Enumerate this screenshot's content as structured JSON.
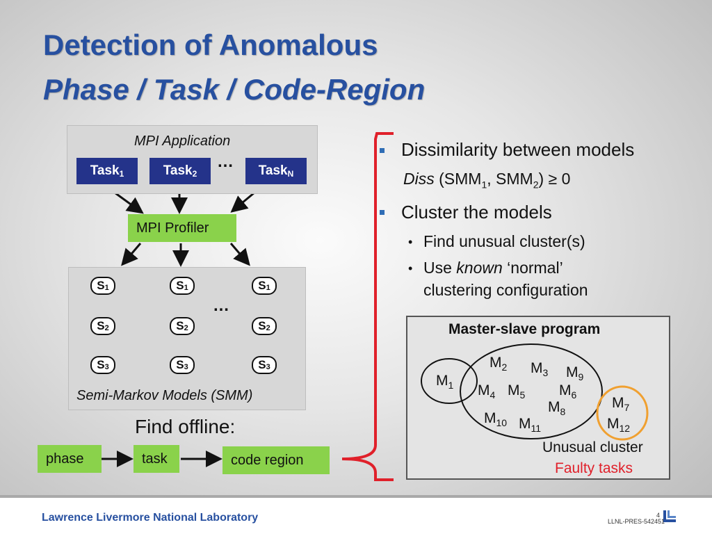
{
  "title": {
    "line1": "Detection of Anomalous",
    "line2": "Phase / Task / Code-Region"
  },
  "diagram": {
    "mpi_app_label": "MPI Application",
    "tasks": [
      {
        "base": "Task",
        "sub": "1"
      },
      {
        "base": "Task",
        "sub": "2"
      },
      {
        "base": "Task",
        "sub": "N"
      }
    ],
    "ellipsis": "…",
    "profiler_label": "MPI Profiler",
    "smm_states": [
      {
        "base": "S",
        "sub": "1"
      },
      {
        "base": "S",
        "sub": "2"
      },
      {
        "base": "S",
        "sub": "3"
      }
    ],
    "smm_label": "Semi-Markov Models (SMM)",
    "find_offline": "Find offline:",
    "flow": [
      "phase",
      "task",
      "code region"
    ]
  },
  "bullets": {
    "b1": "Dissimilarity between models",
    "b1_sub": {
      "italic": "Diss",
      "open": " (SMM",
      "s1": "1",
      "mid": ", SMM",
      "s2": "2",
      "close": ") ≥ 0"
    },
    "b2": "Cluster the models",
    "sub1": "Find unusual cluster(s)",
    "sub2_pre": "Use ",
    "sub2_italic": "known",
    "sub2_post": " ‘normal’",
    "sub2_line2": "clustering configuration"
  },
  "master_slave": {
    "title": "Master-slave program",
    "m_items": [
      {
        "base": "M",
        "sub": "1"
      },
      {
        "base": "M",
        "sub": "2"
      },
      {
        "base": "M",
        "sub": "3"
      },
      {
        "base": "M",
        "sub": "9"
      },
      {
        "base": "M",
        "sub": "4"
      },
      {
        "base": "M",
        "sub": "5"
      },
      {
        "base": "M",
        "sub": "6"
      },
      {
        "base": "M",
        "sub": "8"
      },
      {
        "base": "M",
        "sub": "10"
      },
      {
        "base": "M",
        "sub": "11"
      },
      {
        "base": "M",
        "sub": "7"
      },
      {
        "base": "M",
        "sub": "12"
      }
    ],
    "unusual": "Unusual cluster",
    "faulty": "Faulty tasks"
  },
  "footer": {
    "lab": "Lawrence Livermore National Laboratory",
    "page": "4",
    "code": "LLNL-PRES-542451"
  },
  "colors": {
    "title": "#2750a0",
    "task_fill": "#24338a",
    "green_fill": "#8ad24b",
    "brace": "#e0202a",
    "unusual_circle": "#f0a030",
    "faulty_text": "#e0202a",
    "bullet": "#2f6db5"
  }
}
